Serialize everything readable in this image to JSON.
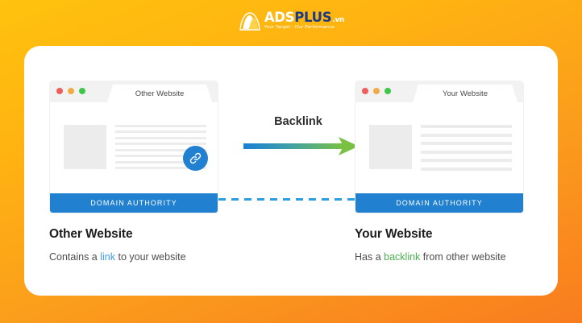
{
  "logo": {
    "name_part1": "ADS",
    "name_part2": "PLUS",
    "tld": ".vn",
    "tagline": "Your Target - Our Performance",
    "mark": "mountain-swoosh-icon",
    "color_white": "#ffffff",
    "color_navy": "#1b3a85"
  },
  "background": {
    "gradient_start": "#ffc20e",
    "gradient_end": "#f97c1f"
  },
  "card": {
    "background": "#ffffff"
  },
  "diagram": {
    "connector_label": "Backlink",
    "arrow": {
      "icon": "right-arrow-icon",
      "gradient_start": "#1b7fd4",
      "gradient_end": "#7ac143"
    },
    "dashed_connector": {
      "color": "#2a9fe0",
      "style": "dashed"
    },
    "panels": [
      {
        "id": "other-website",
        "tab_title": "Other Website",
        "domain_authority_label": "DOMAIN AUTHORITY",
        "domain_authority_color": "#2180cf",
        "has_link_badge": true,
        "link_badge_icon": "chain-link-icon",
        "link_badge_color": "#2180cf",
        "content_lines": 8,
        "traffic_lights": [
          {
            "name": "close-dot",
            "color": "#ee5f5b"
          },
          {
            "name": "minimize-dot",
            "color": "#f0ab44"
          },
          {
            "name": "maximize-dot",
            "color": "#3fc74a"
          }
        ],
        "caption_title": "Other Website",
        "caption_prefix": "Contains a ",
        "caption_keyword": "link",
        "caption_suffix": " to your website",
        "caption_keyword_color": "#3f9ee0"
      },
      {
        "id": "your-website",
        "tab_title": "Your Website",
        "domain_authority_label": "DOMAIN AUTHORITY",
        "domain_authority_color": "#2180cf",
        "has_link_badge": false,
        "content_lines": 6,
        "traffic_lights": [
          {
            "name": "close-dot",
            "color": "#ee5f5b"
          },
          {
            "name": "minimize-dot",
            "color": "#f0ab44"
          },
          {
            "name": "maximize-dot",
            "color": "#3fc74a"
          }
        ],
        "caption_title": "Your Website",
        "caption_prefix": "Has a ",
        "caption_keyword": "backlink",
        "caption_suffix": " from other website",
        "caption_keyword_color": "#4caf50"
      }
    ]
  }
}
